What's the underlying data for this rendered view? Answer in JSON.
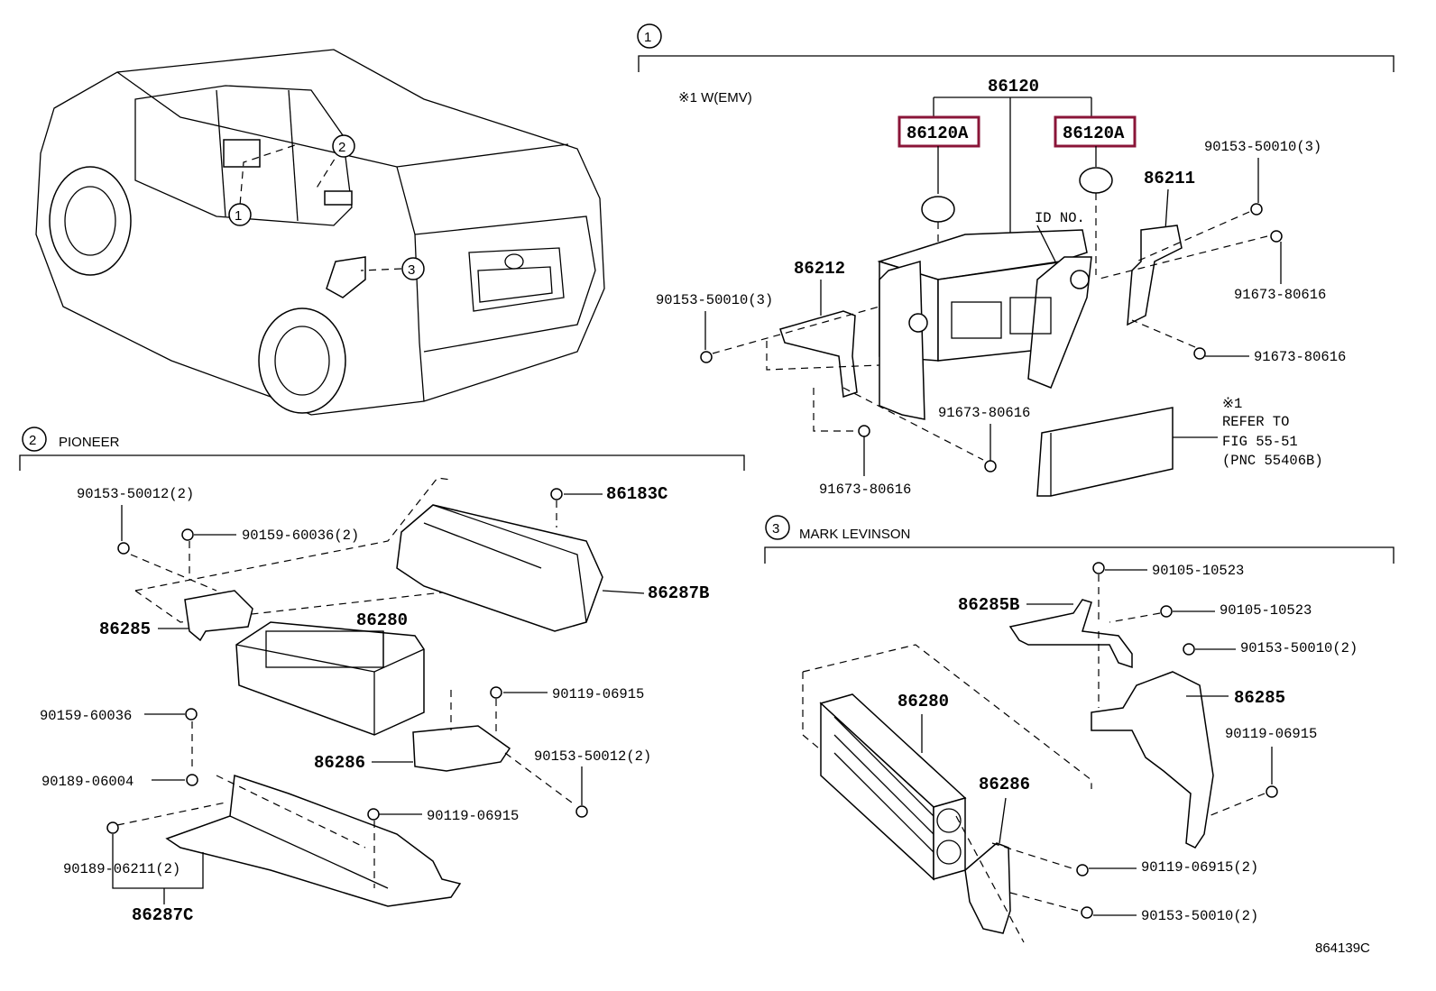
{
  "figure_code": "864139C",
  "sections": {
    "s1": {
      "num": "1",
      "label": ""
    },
    "s2": {
      "num": "2",
      "label": "PIONEER"
    },
    "s3": {
      "num": "3",
      "label": "MARK LEVINSON"
    }
  },
  "vehicle": {
    "callouts": [
      "2",
      "1",
      "3"
    ]
  },
  "section1": {
    "note": "※1 W(EMV)",
    "parent": "86120",
    "highlight_left": "86120A",
    "highlight_right": "86120A",
    "id_no": "ID NO.",
    "p86211": "86211",
    "p86212": "86212",
    "b1": "90153-50010(3)",
    "b2": "91673-80616",
    "b3": "90153-50010(3)",
    "b4": "91673-80616",
    "b5": "91673-80616",
    "b6": "91673-80616",
    "b7": "91673-80616",
    "ref": [
      "※1",
      "REFER TO",
      "FIG 55-51",
      "(PNC 55406B)"
    ]
  },
  "section2": {
    "a1": "90153-50012(2)",
    "a2": "90159-60036(2)",
    "a3": "86183C",
    "a4": "86287B",
    "a5": "86285",
    "a6": "86280",
    "a7": "90119-06915",
    "a8": "90159-60036",
    "a9": "86286",
    "a10": "90153-50012(2)",
    "a11": "90189-06004",
    "a12": "90119-06915",
    "a13": "90189-06211(2)",
    "a14": "86287C"
  },
  "section3": {
    "c1": "90105-10523",
    "c2": "86285B",
    "c3": "90105-10523",
    "c4": "90153-50010(2)",
    "c5": "86285",
    "c6": "86280",
    "c7": "90119-06915",
    "c8": "86286",
    "c9": "90119-06915(2)",
    "c10": "90153-50010(2)"
  }
}
